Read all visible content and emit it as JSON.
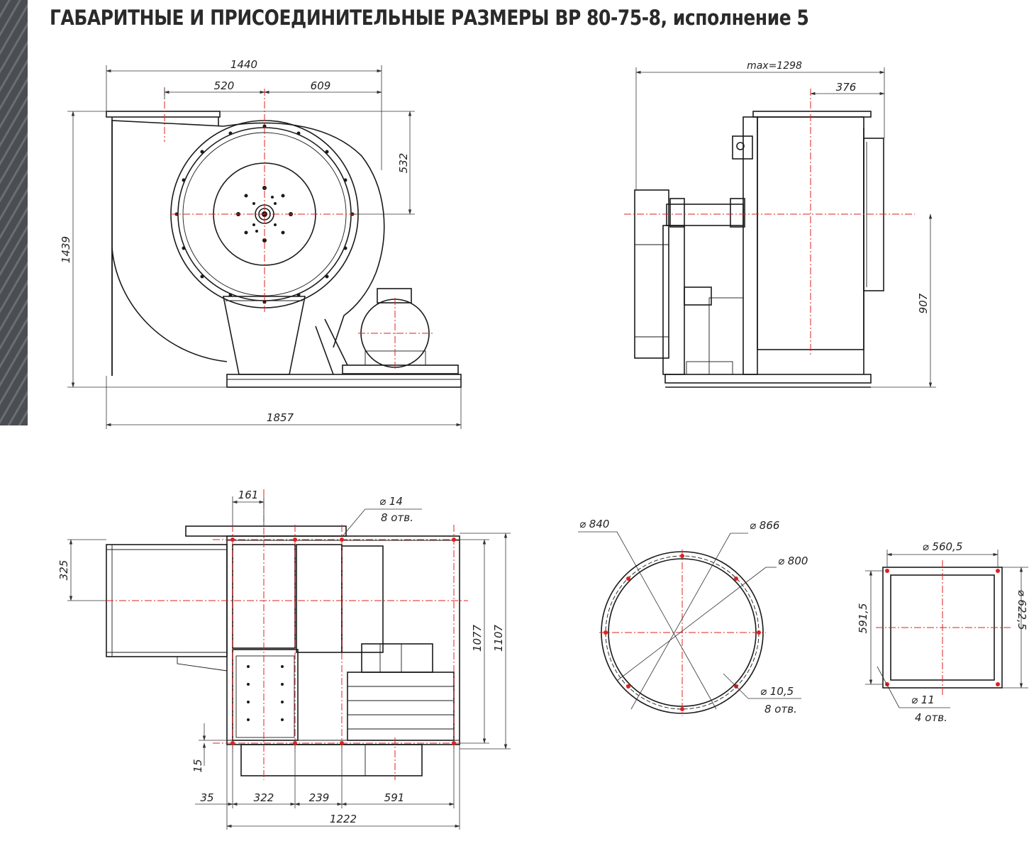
{
  "title": "ГАБАРИТНЫЕ И ПРИСОЕДИНИТЕЛЬНЫЕ РАЗМЕРЫ ВР 80-75-8, исполнение 5",
  "front_view": {
    "dim_width": "1440",
    "dim_left": "520",
    "dim_right": "609",
    "dim_axis": "532",
    "dim_height": "1439",
    "dim_overall": "1857"
  },
  "side_view": {
    "dim_max": "max=1298",
    "dim_outlet": "376",
    "dim_axis_height": "907"
  },
  "plan_view": {
    "dim_161": "161",
    "hole_dia": "⌀ 14",
    "hole_count": "8 отв.",
    "dim_325": "325",
    "dim_1077": "1077",
    "dim_1107": "1107",
    "dim_15": "15",
    "dim_35": "35",
    "dim_322": "322",
    "dim_239": "239",
    "dim_591": "591",
    "dim_1222": "1222"
  },
  "inlet_flange": {
    "d840": "⌀ 840",
    "d866": "⌀ 866",
    "d800": "⌀ 800",
    "hole_dia": "⌀ 10,5",
    "hole_count": "8 отв."
  },
  "outlet_flange": {
    "w": "⌀ 560,5",
    "h_inner": "591,5",
    "h_outer": "⌀ 622,5",
    "hole_dia": "⌀ 11",
    "hole_count": "4 отв."
  }
}
